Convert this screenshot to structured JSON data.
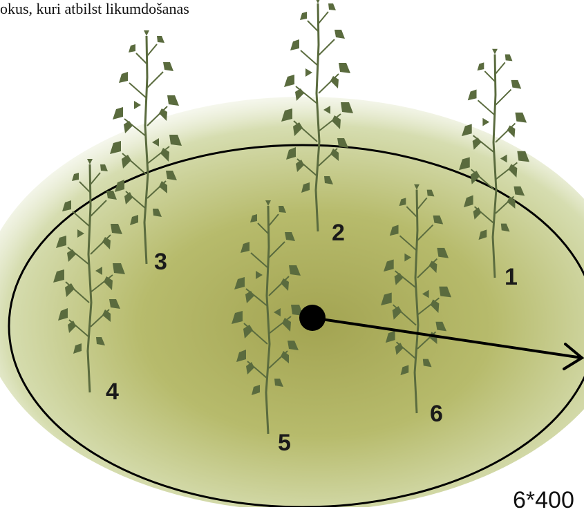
{
  "caption": "okus, kuri atbilst likumdošanas",
  "formula_text": "6*400",
  "colors": {
    "background": "#ffffff",
    "plot_fill_center": "#a8a858",
    "plot_fill_edge": "#e4ead0",
    "tree_foliage": "#5a6b3e",
    "boundary_line": "#000000"
  },
  "trees": [
    {
      "label": "1"
    },
    {
      "label": "2"
    },
    {
      "label": "3"
    },
    {
      "label": "4"
    },
    {
      "label": "5"
    },
    {
      "label": "6"
    }
  ],
  "icons": {
    "tree": "birch-tree-icon",
    "center": "center-point-icon",
    "radius": "radius-arrow-icon"
  }
}
